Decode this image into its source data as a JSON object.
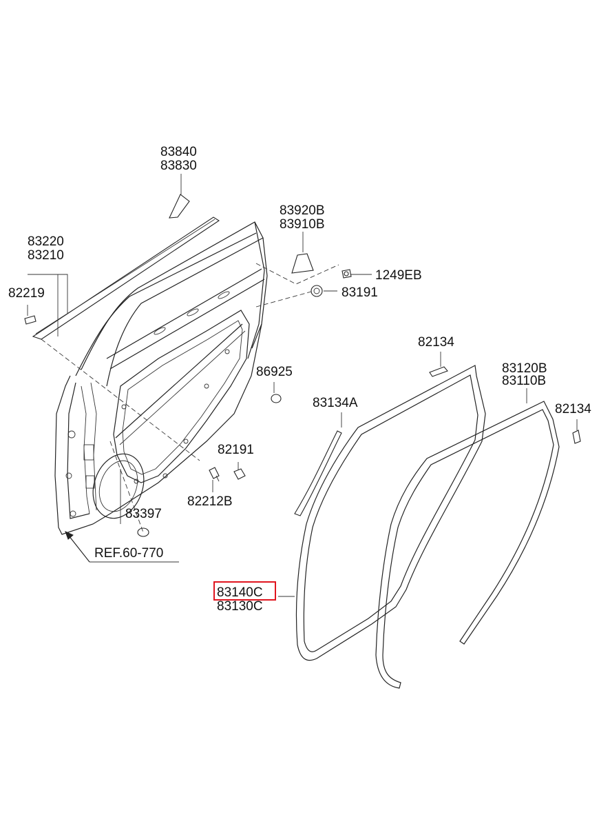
{
  "highlight_color": "#e0141e",
  "labels": {
    "p83840": "83840",
    "p83830": "83830",
    "p83920b": "83920B",
    "p83910b": "83910B",
    "p1249eb": "1249EB",
    "p83191": "83191",
    "p83220": "83220",
    "p83210": "83210",
    "p82219": "82219",
    "p82134_top": "82134",
    "p83120b": "83120B",
    "p83110b": "83110B",
    "p86925": "86925",
    "p83134a": "83134A",
    "p82134_right": "82134",
    "p82191": "82191",
    "p82212b": "82212B",
    "p83397": "83397",
    "ref": "REF.60-770",
    "p83140c": "83140C",
    "p83130c": "83130C"
  }
}
